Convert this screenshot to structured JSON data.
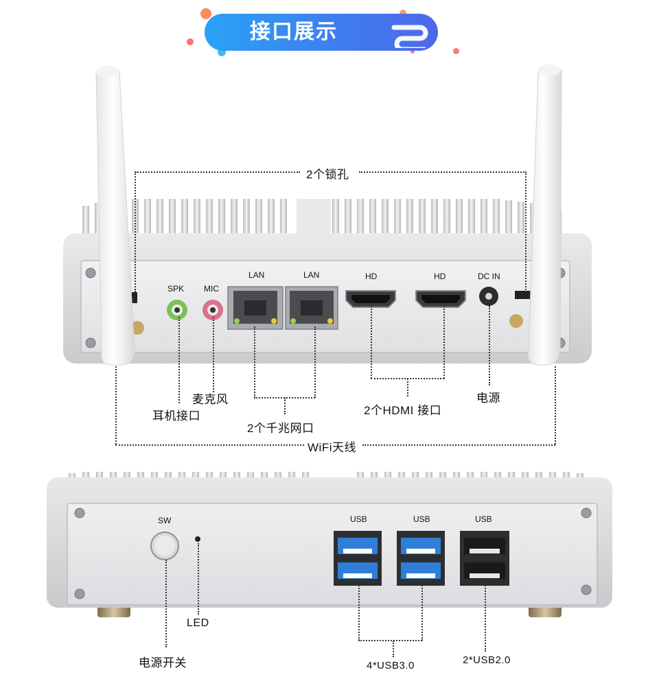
{
  "banner": {
    "title": "接口展示"
  },
  "top_device": {
    "port_labels": {
      "spk": "SPK",
      "mic": "MIC",
      "lan1": "LAN",
      "lan2": "LAN",
      "hd1": "HD",
      "hd2": "HD",
      "dc_in": "DC IN"
    },
    "callouts": {
      "lock_holes": "2个锁孔",
      "mic": "麦克风",
      "headphone": "耳机接口",
      "gigabit_lan": "2个千兆网口",
      "hdmi": "2个HDMI 接口",
      "power": "电源",
      "wifi": "WiFi天线"
    }
  },
  "bottom_device": {
    "port_labels": {
      "sw": "SW",
      "usb1": "USB",
      "usb2": "USB",
      "usb3": "USB"
    },
    "callouts": {
      "led": "LED",
      "power_switch": "电源开关",
      "usb3": "4*USB3.0",
      "usb2": "2*USB2.0"
    }
  },
  "colors": {
    "banner_start": "#29a3f6",
    "banner_end": "#4e68ea",
    "usb3_blue": "#2f7fd8",
    "chassis": "#d8dadc",
    "spk_jack": "#7fbf5a",
    "mic_jack": "#d7738a"
  }
}
